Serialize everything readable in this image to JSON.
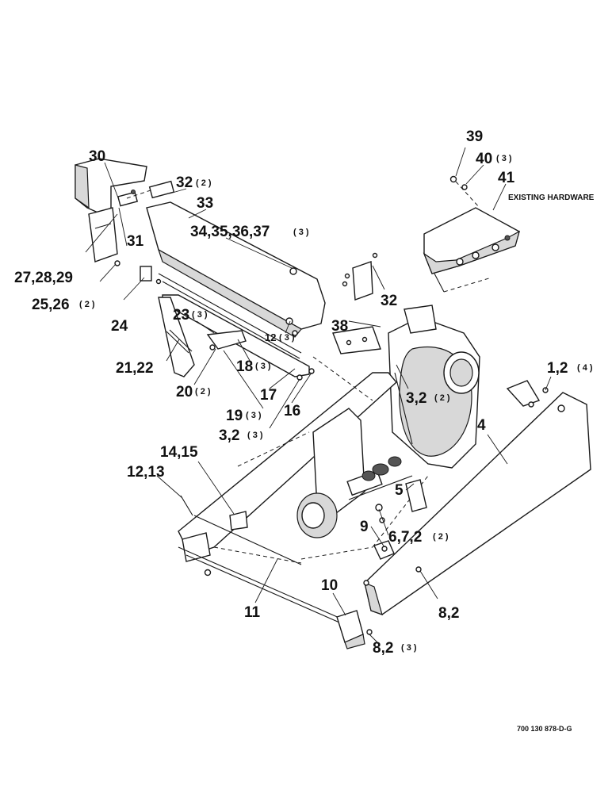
{
  "callouts": [
    {
      "id": "c39",
      "text": "39"
    },
    {
      "id": "c40",
      "text": "40",
      "qty": "( 3 )"
    },
    {
      "id": "c41",
      "text": "41"
    },
    {
      "id": "c30",
      "text": "30"
    },
    {
      "id": "c32a",
      "text": "32",
      "qty": "( 2 )"
    },
    {
      "id": "c33",
      "text": "33"
    },
    {
      "id": "c34",
      "text": "34,35,36,37",
      "qty": "( 3 )"
    },
    {
      "id": "c31",
      "text": "31"
    },
    {
      "id": "c27",
      "text": "27,28,29"
    },
    {
      "id": "c25",
      "text": "25,26",
      "qty": "( 2 )"
    },
    {
      "id": "c24",
      "text": "24"
    },
    {
      "id": "c32b",
      "text": "32"
    },
    {
      "id": "c38",
      "text": "38"
    },
    {
      "id": "c23",
      "text": "23",
      "qty": "( 3 )"
    },
    {
      "id": "c12a",
      "text": "12",
      "qty": "( 3 )"
    },
    {
      "id": "c21",
      "text": "21,22"
    },
    {
      "id": "c18",
      "text": "18",
      "qty": "( 3 )"
    },
    {
      "id": "c20",
      "text": "20",
      "qty": "( 2 )"
    },
    {
      "id": "c17",
      "text": "17"
    },
    {
      "id": "c19",
      "text": "19",
      "qty": "( 3 )"
    },
    {
      "id": "c16",
      "text": "16"
    },
    {
      "id": "c3a",
      "text": "3,2",
      "qty": "( 2 )"
    },
    {
      "id": "c3b",
      "text": "3,2",
      "qty": "( 3 )"
    },
    {
      "id": "c1",
      "text": "1,2",
      "qty": "( 4 )"
    },
    {
      "id": "c4",
      "text": "4"
    },
    {
      "id": "c14",
      "text": "14,15"
    },
    {
      "id": "c12b",
      "text": "12,13"
    },
    {
      "id": "c5",
      "text": "5"
    },
    {
      "id": "c9",
      "text": "9"
    },
    {
      "id": "c6",
      "text": "6,7,2",
      "qty": "( 2 )"
    },
    {
      "id": "c10",
      "text": "10"
    },
    {
      "id": "c11",
      "text": "11"
    },
    {
      "id": "c8a",
      "text": "8,2"
    },
    {
      "id": "c8b",
      "text": "8,2",
      "qty": "( 3 )"
    }
  ],
  "note_existing": "EXISTING HARDWARE",
  "drawing_number": "700 130 878-D-G"
}
